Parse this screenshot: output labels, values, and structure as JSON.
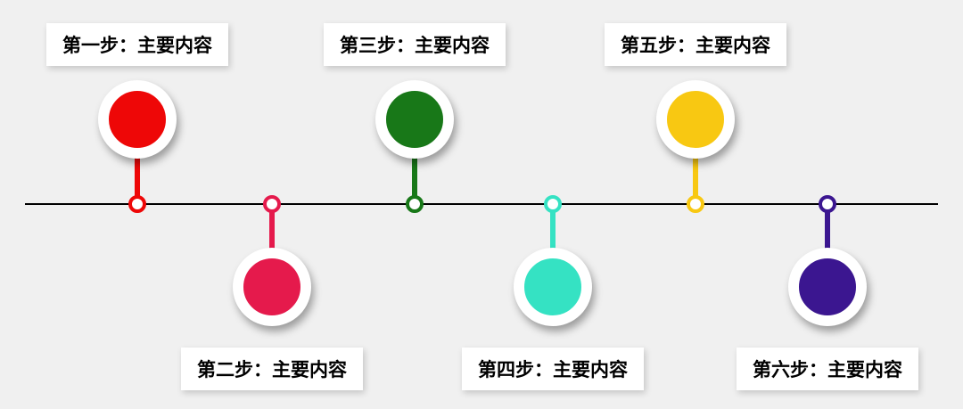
{
  "diagram": {
    "type": "timeline",
    "background": "#f0f0f0",
    "line_color": "#000000",
    "label_box_color": "#ffffff",
    "text_color": "#000000"
  },
  "steps": [
    {
      "label": "第一步：主要内容",
      "color": "#ee0707",
      "position": "top"
    },
    {
      "label": "第二步：主要内容",
      "color": "#e51a4c",
      "position": "bottom"
    },
    {
      "label": "第三步：主要内容",
      "color": "#187818",
      "position": "top"
    },
    {
      "label": "第四步：主要内容",
      "color": "#35e2c3",
      "position": "bottom"
    },
    {
      "label": "第五步：主要内容",
      "color": "#f8c812",
      "position": "top"
    },
    {
      "label": "第六步：主要内容",
      "color": "#3b1690",
      "position": "bottom"
    }
  ]
}
